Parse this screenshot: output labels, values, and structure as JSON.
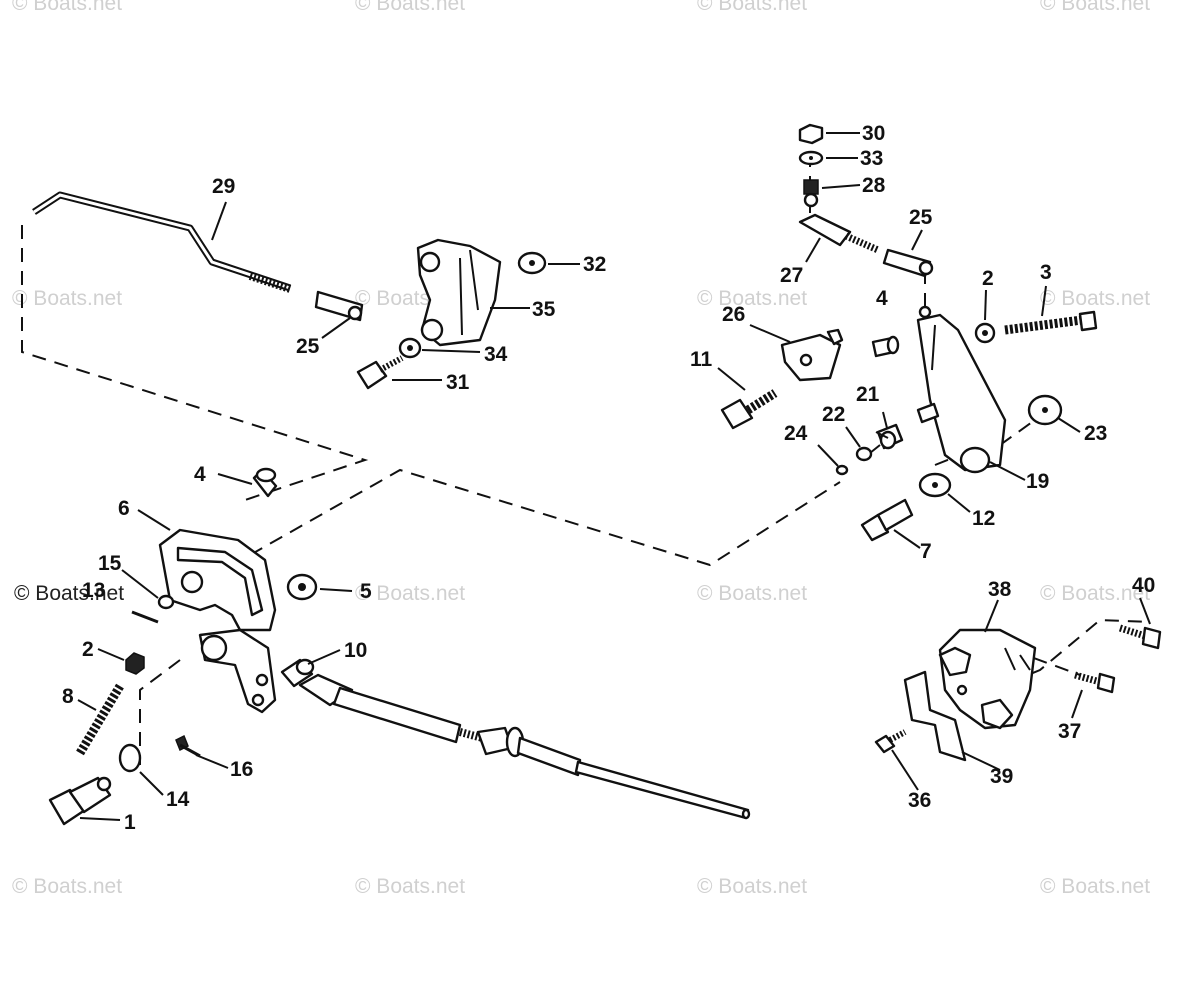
{
  "watermark": "© Boats.net",
  "callouts": {
    "c1": "1",
    "c2a": "2",
    "c2b": "2",
    "c3": "3",
    "c4a": "4",
    "c4b": "4",
    "c5": "5",
    "c6": "6",
    "c7": "7",
    "c8": "8",
    "c10": "10",
    "c11": "11",
    "c12": "12",
    "c13": "13",
    "c14": "14",
    "c15": "15",
    "c16": "16",
    "c19": "19",
    "c21": "21",
    "c22": "22",
    "c23": "23",
    "c24": "24",
    "c25a": "25",
    "c25b": "25",
    "c26": "26",
    "c27": "27",
    "c28": "28",
    "c29": "29",
    "c30": "30",
    "c31": "31",
    "c32": "32",
    "c33": "33",
    "c34": "34",
    "c35": "35",
    "c36": "36",
    "c37": "37",
    "c38": "38",
    "c39": "39",
    "c40": "40"
  }
}
